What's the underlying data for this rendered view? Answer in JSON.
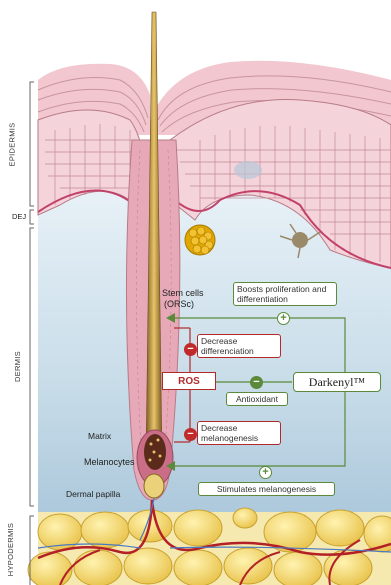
{
  "layers": {
    "epidermis": "EPIDERMIS",
    "dej": "DEJ",
    "dermis": "DERMIS",
    "hypodermis": "HYPODERMIS"
  },
  "labels": {
    "stem_cells": "Stem cells",
    "orsc": "(ORSc)",
    "matrix": "Matrix",
    "melanocytes": "Melanocytes",
    "dermal_papilla": "Dermal papilla"
  },
  "boxes": {
    "boosts": "Boosts proliferation and differentiation",
    "decrease_diff": "Decrease differenciation",
    "decrease_mel": "Decrease melanogenesis",
    "antioxidant": "Antioxidant",
    "stimulates": "Stimulates melanogenesis"
  },
  "ros": "ROS",
  "darkenyl": "Darkenyl™",
  "symbols": {
    "minus": "−",
    "plus": "+"
  },
  "colors": {
    "green": "#5a8a3a",
    "red": "#b02a2a",
    "dermis": "#d6e6f0",
    "epidermis": "#f0c8d0",
    "fat": "#f3d56a"
  }
}
